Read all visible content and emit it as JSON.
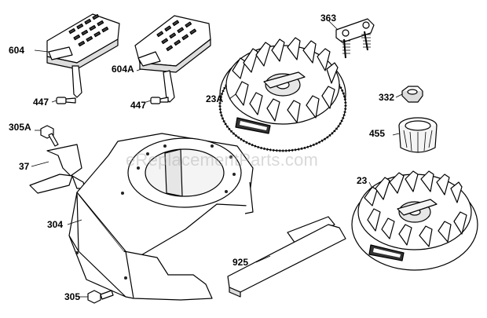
{
  "diagram": {
    "watermark": "eReplacementParts.com",
    "colors": {
      "line": "#000000",
      "fill": "#ffffff",
      "shade": "#555555",
      "watermark": "#aaaaaa"
    },
    "callouts": {
      "p604": "604",
      "p604a": "604A",
      "p447_left": "447",
      "p447_right": "447",
      "p305a": "305A",
      "p37": "37",
      "p304": "304",
      "p305": "305",
      "p925": "925",
      "p23a": "23A",
      "p363": "363",
      "p332": "332",
      "p455": "455",
      "p23": "23"
    }
  }
}
